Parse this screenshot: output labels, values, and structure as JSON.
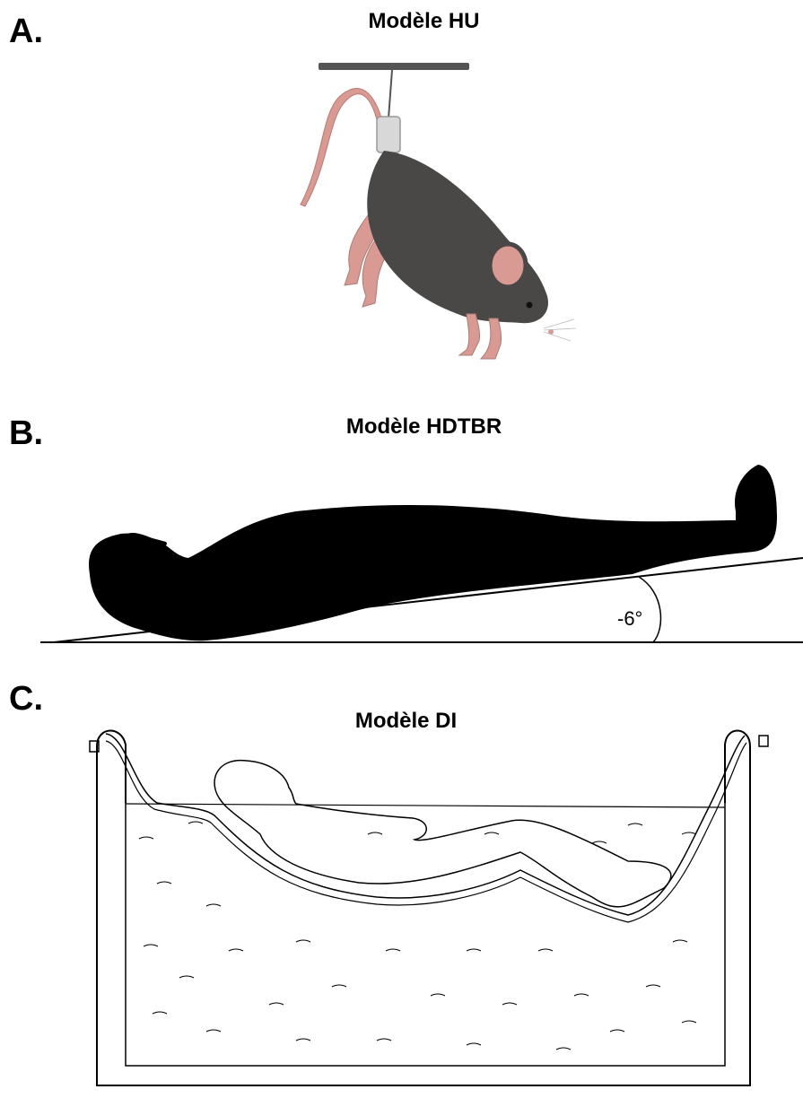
{
  "panels": [
    {
      "letter": "A.",
      "title": "Modèle HU"
    },
    {
      "letter": "B.",
      "title": "Modèle HDTBR",
      "angle_label": "-6°"
    },
    {
      "letter": "C.",
      "title": "Modèle DI"
    }
  ],
  "colors": {
    "mouse_body": "#4a4847",
    "mouse_pink": "#d99a94",
    "silhouette": "#000000",
    "line": "#000000"
  }
}
